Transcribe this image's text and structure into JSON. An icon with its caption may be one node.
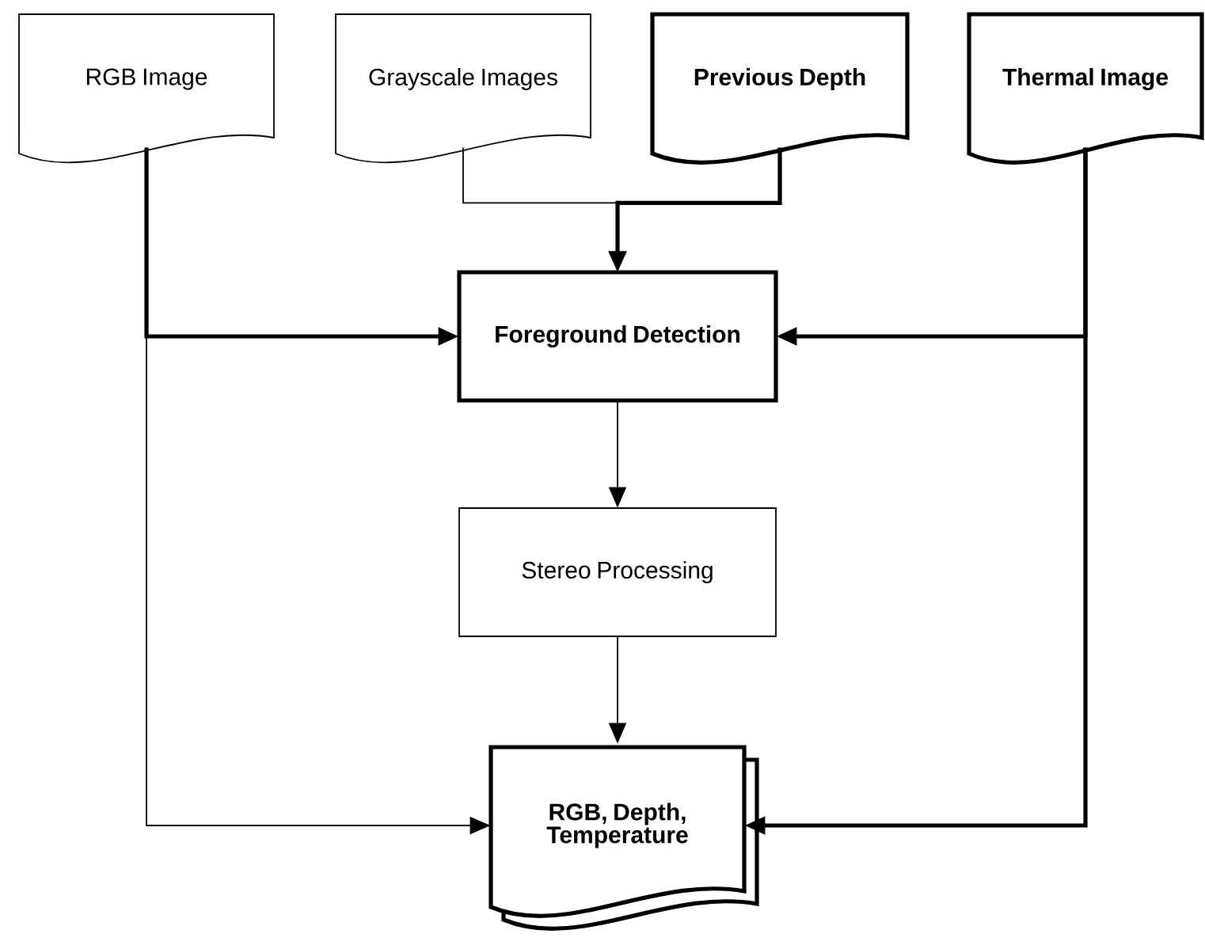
{
  "diagram": {
    "nodes": [
      {
        "text": [
          "RGB Image"
        ]
      },
      {
        "text": [
          "Grayscale Images"
        ]
      },
      {
        "text": [
          "Previous Depth"
        ]
      },
      {
        "text": [
          "Thermal Image"
        ]
      },
      {
        "text": [
          "Foreground Detection"
        ]
      },
      {
        "text": [
          "Stereo Processing"
        ]
      },
      {
        "text": [
          "RGB, Depth, Temperature"
        ]
      }
    ],
    "edges": [
      {
        "from": 0,
        "to": 4,
        "arrow": "to",
        "style": "thick"
      },
      {
        "from": 0,
        "to": 6,
        "arrow": "to"
      },
      {
        "from": 1,
        "to": 4,
        "arrow": "to"
      },
      {
        "from": 2,
        "to": 4,
        "arrow": "to",
        "style": "thick"
      },
      {
        "from": 3,
        "to": 4,
        "arrow": "to",
        "style": "thick"
      },
      {
        "from": 3,
        "to": 6,
        "arrow": "to",
        "style": "thick"
      },
      {
        "from": 4,
        "to": 5,
        "arrow": "to"
      },
      {
        "from": 5,
        "to": 6,
        "arrow": "to"
      }
    ]
  }
}
